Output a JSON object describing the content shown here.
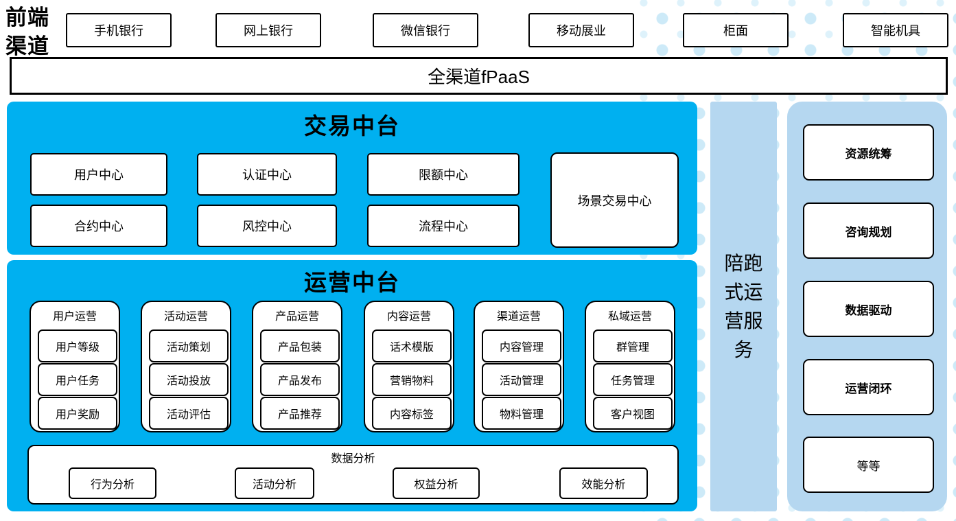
{
  "front_channel": {
    "label": "前端渠道"
  },
  "channels": [
    "手机银行",
    "网上银行",
    "微信银行",
    "移动展业",
    "柜面",
    "智能机具"
  ],
  "fpaas": {
    "label": "全渠道fPaaS"
  },
  "transaction": {
    "title": "交易中台",
    "row1": [
      "用户中心",
      "认证中心",
      "限额中心"
    ],
    "row2": [
      "合约中心",
      "风控中心",
      "流程中心"
    ],
    "scene_box": "场景交易中心"
  },
  "operations": {
    "title": "运营中台",
    "columns": [
      {
        "title": "用户运营",
        "items": [
          "用户等级",
          "用户任务",
          "用户奖励"
        ]
      },
      {
        "title": "活动运营",
        "items": [
          "活动策划",
          "活动投放",
          "活动评估"
        ]
      },
      {
        "title": "产品运营",
        "items": [
          "产品包装",
          "产品发布",
          "产品推荐"
        ]
      },
      {
        "title": "内容运营",
        "items": [
          "话术模版",
          "营销物料",
          "内容标签"
        ]
      },
      {
        "title": "渠道运营",
        "items": [
          "内容管理",
          "活动管理",
          "物料管理"
        ]
      },
      {
        "title": "私域运营",
        "items": [
          "群管理",
          "任务管理",
          "客户视图"
        ]
      }
    ],
    "analysis": {
      "title": "数据分析",
      "items": [
        "行为分析",
        "活动分析",
        "权益分析",
        "效能分析"
      ]
    }
  },
  "companion_bar": {
    "label": "陪跑式运营服务"
  },
  "right_panel": {
    "items": [
      "资源统筹",
      "咨询规划",
      "数据驱动",
      "运营闭环",
      "等等"
    ]
  },
  "colors": {
    "cyan": "#00B0F0",
    "light_blue": "#B5D7F0",
    "dot": "#CDEAF8"
  }
}
